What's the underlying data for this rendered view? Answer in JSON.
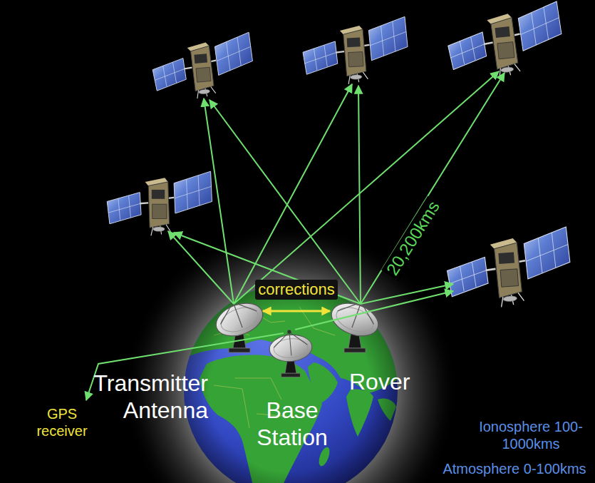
{
  "diagram": {
    "nodes": [
      {
        "text": [
          "Transmitter Antenna"
        ]
      },
      {
        "text": [
          "Rover"
        ]
      },
      {
        "text": [
          "Base Station"
        ]
      }
    ],
    "edges": [
      {
        "from": 0,
        "to": 1,
        "arrow": "both",
        "label": "corrections"
      }
    ],
    "labels": [
      "20,200kms",
      "GPS receiver",
      "Ionosphere 100-1000kms",
      "Atmosphere 0-100kms"
    ]
  }
}
